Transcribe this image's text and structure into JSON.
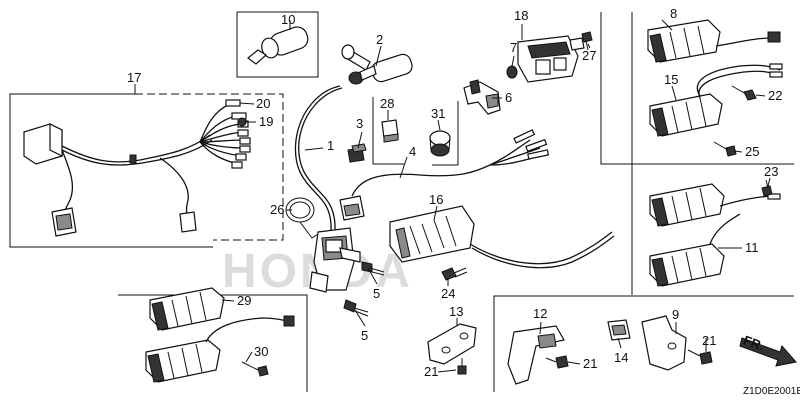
{
  "watermark": "HONDA",
  "diagram_code": "Z1D0E2001E",
  "direction_label": "FR.",
  "callouts": {
    "p1": "1",
    "p2": "2",
    "p3": "3",
    "p4": "4",
    "p5a": "5",
    "p5b": "5",
    "p6": "6",
    "p7": "7",
    "p8": "8",
    "p9": "9",
    "p10": "10",
    "p11": "11",
    "p12": "12",
    "p13": "13",
    "p14": "14",
    "p15": "15",
    "p16": "16",
    "p17": "17",
    "p18": "18",
    "p19": "19",
    "p20": "20",
    "p21a": "21",
    "p21b": "21",
    "p21c": "21",
    "p22": "22",
    "p23": "23",
    "p24": "24",
    "p25": "25",
    "p26": "26",
    "p27": "27",
    "p28": "28",
    "p29": "29",
    "p30": "30",
    "p31": "31"
  }
}
